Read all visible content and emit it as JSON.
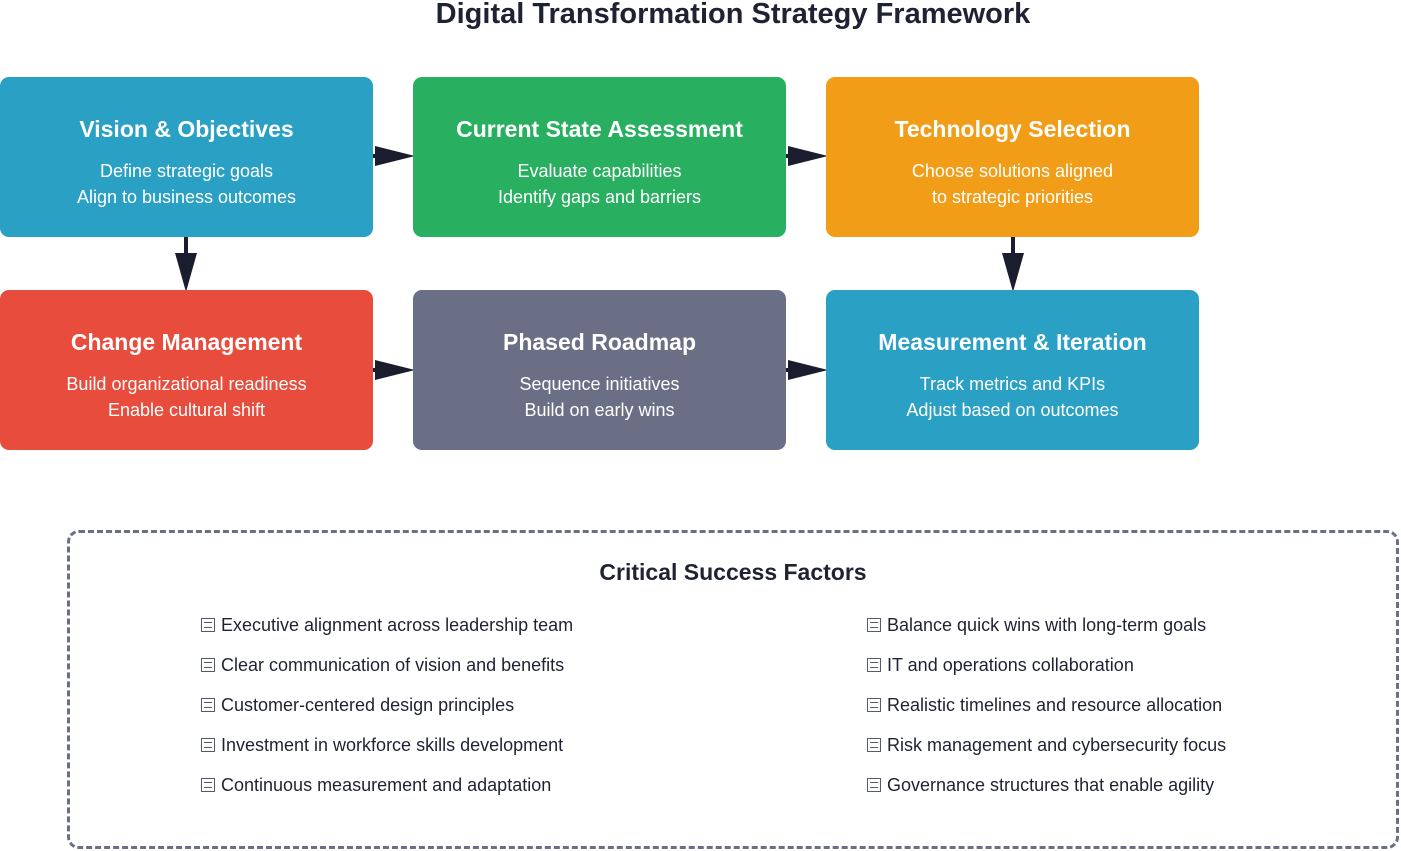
{
  "title": "Digital Transformation Strategy Framework",
  "stages": {
    "vision": {
      "title": "Vision & Objectives",
      "line1": "Define strategic goals",
      "line2": "Align to business outcomes",
      "color": "#2aa0c4"
    },
    "current": {
      "title": "Current State Assessment",
      "line1": "Evaluate capabilities",
      "line2": "Identify gaps and barriers",
      "color": "#28af60"
    },
    "tech": {
      "title": "Technology Selection",
      "line1": "Choose solutions aligned",
      "line2": "to strategic priorities",
      "color": "#f29d18"
    },
    "change": {
      "title": "Change Management",
      "line1": "Build organizational readiness",
      "line2": "Enable cultural shift",
      "color": "#e74c3c"
    },
    "roadmap": {
      "title": "Phased Roadmap",
      "line1": "Sequence initiatives",
      "line2": "Build on early wins",
      "color": "#6a6f86"
    },
    "measure": {
      "title": "Measurement & Iteration",
      "line1": "Track metrics and KPIs",
      "line2": "Adjust based on outcomes",
      "color": "#2aa0c4"
    }
  },
  "flow": [
    {
      "from": "Vision & Objectives",
      "to": "Current State Assessment"
    },
    {
      "from": "Current State Assessment",
      "to": "Technology Selection"
    },
    {
      "from": "Vision & Objectives",
      "to": "Change Management"
    },
    {
      "from": "Technology Selection",
      "to": "Measurement & Iteration"
    },
    {
      "from": "Change Management",
      "to": "Phased Roadmap"
    },
    {
      "from": "Phased Roadmap",
      "to": "Measurement & Iteration"
    }
  ],
  "success_factors": {
    "title": "Critical Success Factors",
    "left": [
      "Executive alignment across leadership team",
      "Clear communication of vision and benefits",
      "Customer-centered design principles",
      "Investment in workforce skills development",
      "Continuous measurement and adaptation"
    ],
    "right": [
      "Balance quick wins with long-term goals",
      "IT and operations collaboration",
      "Realistic timelines and resource allocation",
      "Risk management and cybersecurity focus",
      "Governance structures that enable agility"
    ]
  }
}
